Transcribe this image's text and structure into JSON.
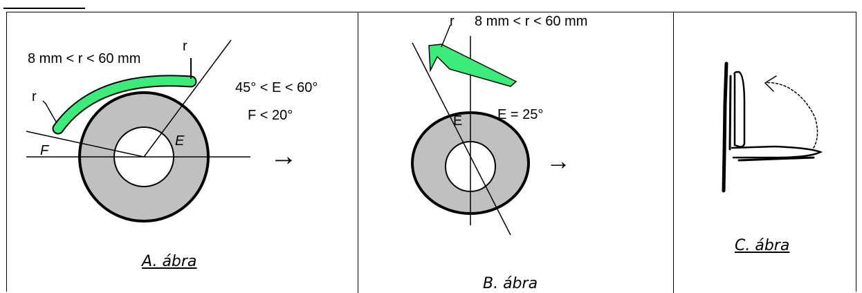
{
  "panels": {
    "a": {
      "radius_range": "8 mm < r < 60 mm",
      "r_label_top": "r",
      "r_label_left": "r",
      "angle_e_range": "45° < E < 60°",
      "angle_f": "F < 20°",
      "f_label": "F",
      "e_label": "E",
      "arrow": "→",
      "caption": "A. ábra"
    },
    "b": {
      "r_label": "r",
      "radius_range": "8 mm < r < 60 mm",
      "e_label": "E",
      "angle_e": "E = 25°",
      "arrow": "→",
      "caption": "B. ábra"
    },
    "c": {
      "caption": "C. ábra"
    }
  },
  "colors": {
    "wheel_gray": "#c0c0c0",
    "blade_green": "#3cec7a",
    "line": "#000000"
  }
}
